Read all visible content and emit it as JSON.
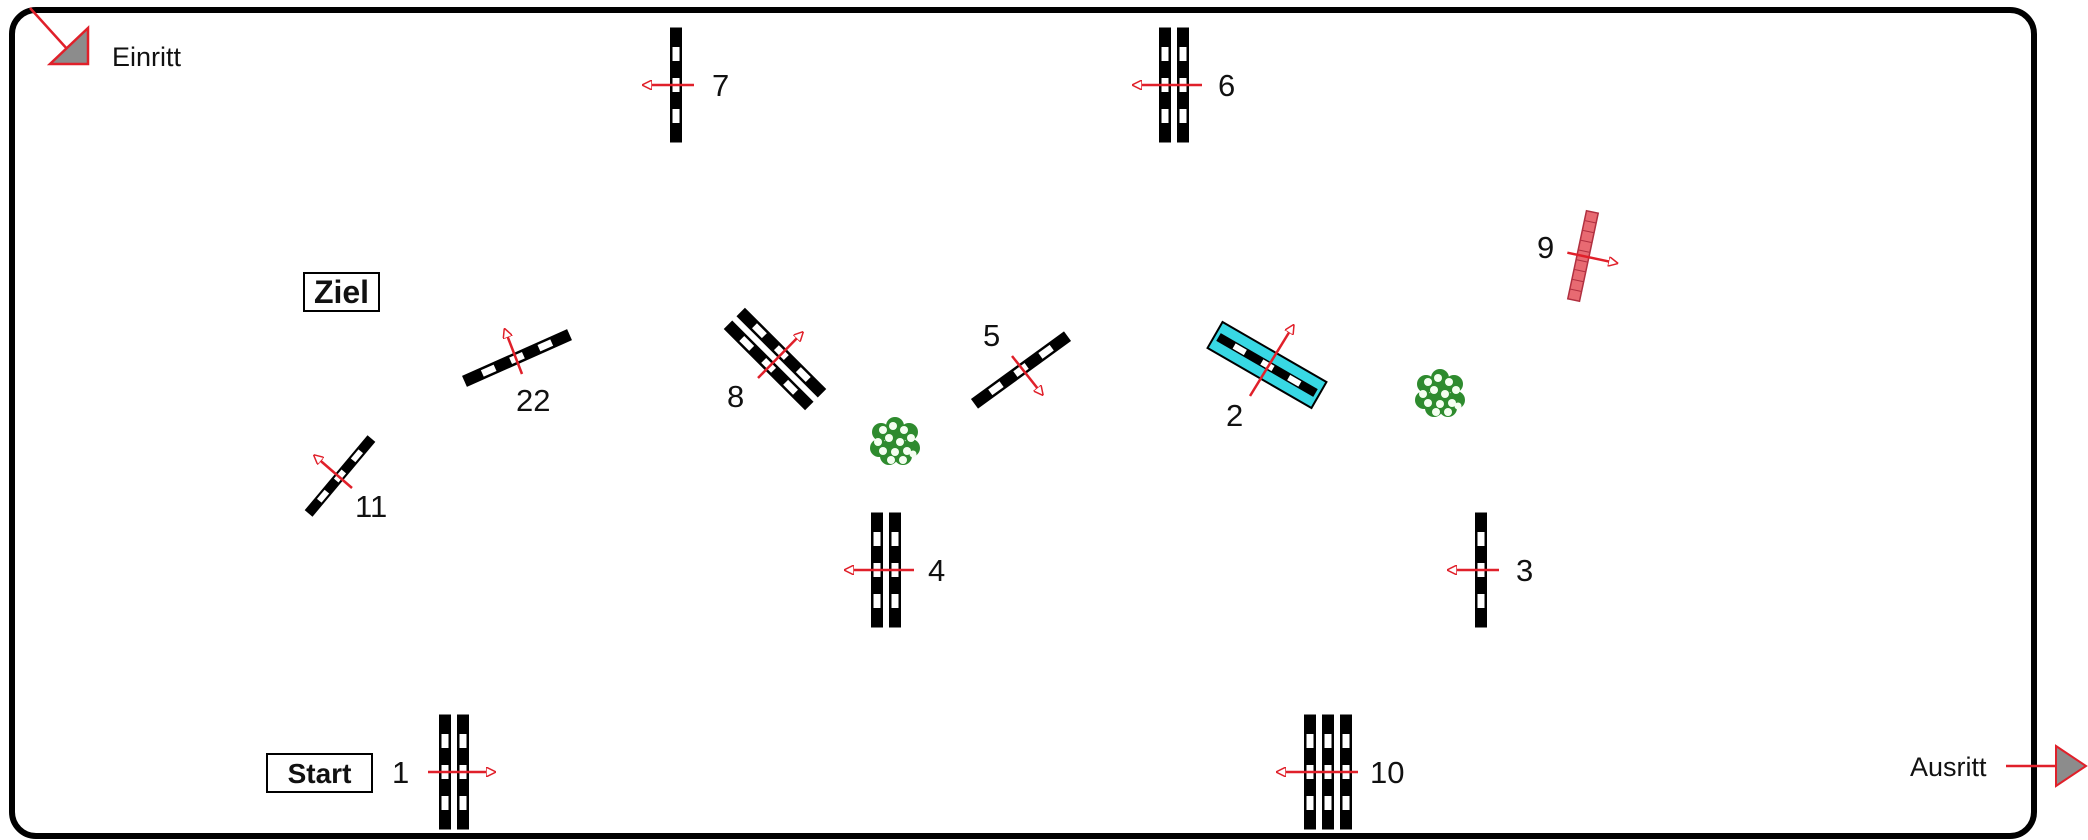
{
  "arena": {
    "entry_label": "Einritt",
    "exit_label": "Ausritt",
    "start_label": "Start",
    "finish_label": "Ziel"
  },
  "colors": {
    "pole_black": "#000000",
    "pole_white": "#ffffff",
    "arrow_red": "#e0202a",
    "water_cyan": "#38d8e4",
    "wall_red": "#e86a72",
    "hedge_green": "#2e8b2e",
    "marker_grey": "#8c8c8c"
  },
  "obstacles": [
    {
      "id": "1",
      "label": "1",
      "type": "oxer"
    },
    {
      "id": "2",
      "label": "2",
      "type": "liverpool"
    },
    {
      "id": "3",
      "label": "3",
      "type": "vertical"
    },
    {
      "id": "4",
      "label": "4",
      "type": "oxer"
    },
    {
      "id": "5",
      "label": "5",
      "type": "vertical"
    },
    {
      "id": "6",
      "label": "6",
      "type": "oxer"
    },
    {
      "id": "7",
      "label": "7",
      "type": "vertical"
    },
    {
      "id": "8",
      "label": "8",
      "type": "oxer"
    },
    {
      "id": "9",
      "label": "9",
      "type": "wall"
    },
    {
      "id": "10",
      "label": "10",
      "type": "triple-bar"
    },
    {
      "id": "11",
      "label": "11",
      "type": "vertical"
    },
    {
      "id": "22",
      "label": "22",
      "type": "vertical"
    }
  ],
  "decorations": [
    {
      "type": "hedge-bush"
    },
    {
      "type": "hedge-bush"
    }
  ]
}
